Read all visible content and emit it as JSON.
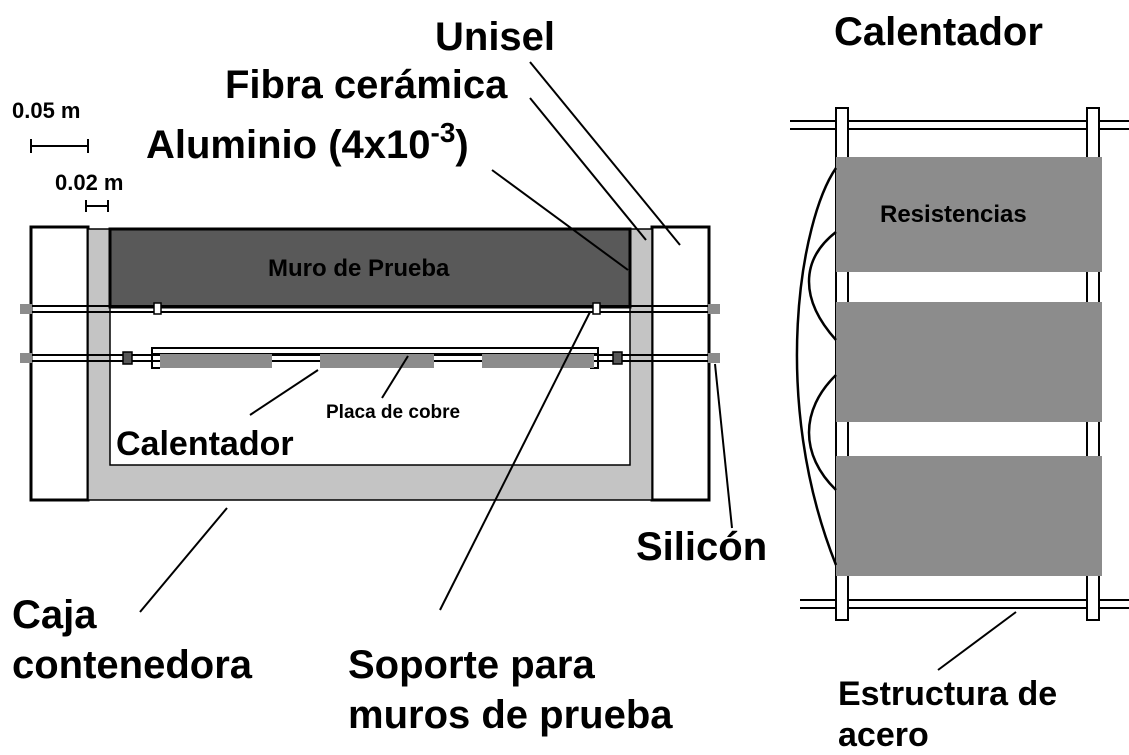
{
  "labels": {
    "unisel": "Unisel",
    "fibra": "Fibra cerámica",
    "aluminio_prefix": "Aluminio (",
    "aluminio_base": "4x10",
    "aluminio_exp": "-3",
    "aluminio_suffix": ")",
    "scale_large": "0.05 m",
    "scale_small": "0.02 m",
    "muro": "Muro de Prueba",
    "placa": "Placa de cobre",
    "calentador_left": "Calentador",
    "silicon": "Silicón",
    "caja_line1": "Caja",
    "caja_line2": "contenedora",
    "soporte_line1": "Soporte para",
    "soporte_line2": "muros de prueba",
    "calentador_title": "Calentador",
    "resistencias": "Resistencias",
    "estructura_line1": "Estructura de",
    "estructura_line2": "acero"
  },
  "colors": {
    "dark_gray": "#595959",
    "mid_gray": "#8c8c8c",
    "light_gray": "#c4c4c4",
    "black": "#000000",
    "white": "#ffffff"
  }
}
